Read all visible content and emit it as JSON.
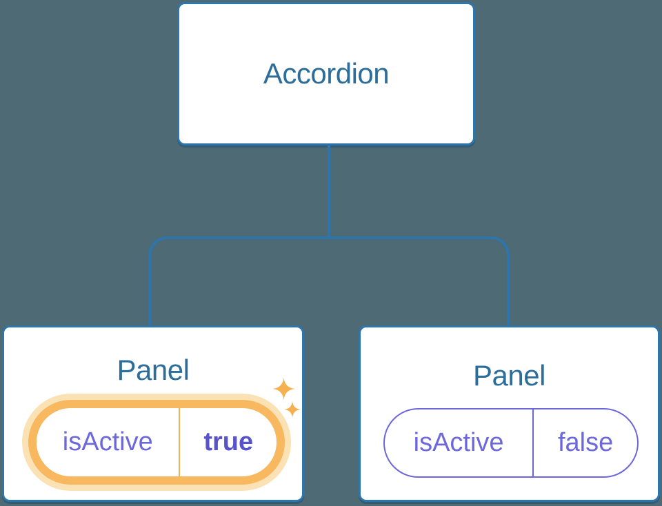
{
  "diagram": {
    "description": "Component tree: Accordion parent with two Panel children holding isActive state",
    "root_node": {
      "label": "Accordion"
    },
    "panels": [
      {
        "title": "Panel",
        "state": {
          "prop": "isActive",
          "value": "true"
        },
        "highlighted": true
      },
      {
        "title": "Panel",
        "state": {
          "prop": "isActive",
          "value": "false"
        },
        "highlighted": false
      }
    ]
  },
  "icons": {
    "sparkles": "four-point star sparkles marking the changed state"
  },
  "colors": {
    "background": "#4d6a75",
    "node_fill": "#ffffff",
    "node_border_blue": "#2e75ab",
    "connector_blue": "#2e75ab",
    "heading_blue": "#2c6d99",
    "state_purple": "#6c68dc",
    "state_value_bold_purple": "#5852cb",
    "highlight_orange": "#f7b85f",
    "highlight_glow": "#fbe2b4",
    "sparkle_orange": "#f6b04f"
  }
}
